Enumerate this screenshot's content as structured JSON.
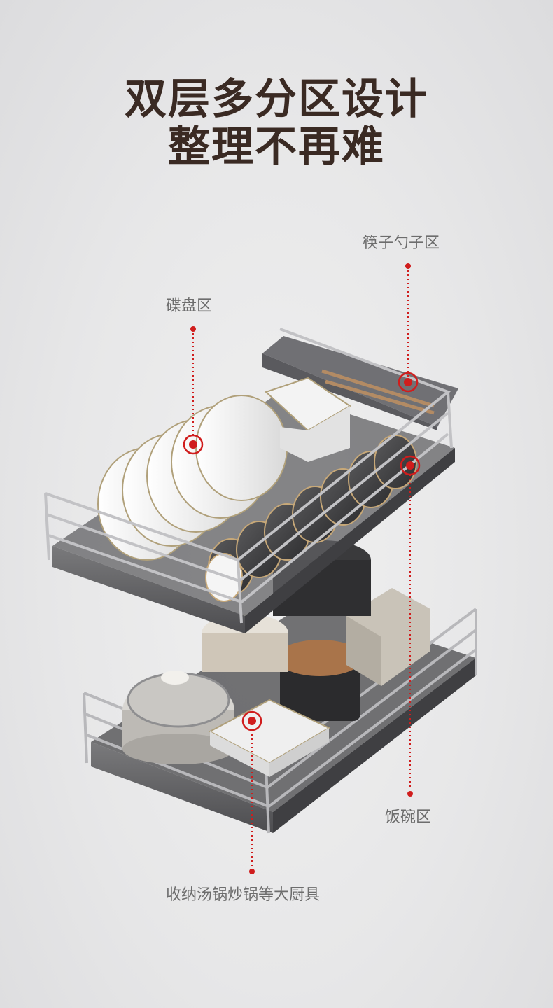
{
  "headline": {
    "line1": "双层多分区设计",
    "line2": "整理不再难"
  },
  "zones": {
    "chopsticks": "筷子勺子区",
    "plates": "碟盘区",
    "bowls": "饭碗区",
    "cookware": "收纳汤锅炒锅等大厨具"
  },
  "colors": {
    "headline": "#3a2a23",
    "label": "#6d6d6d",
    "marker": "#d01d1d",
    "background": "#e7e7e8"
  }
}
